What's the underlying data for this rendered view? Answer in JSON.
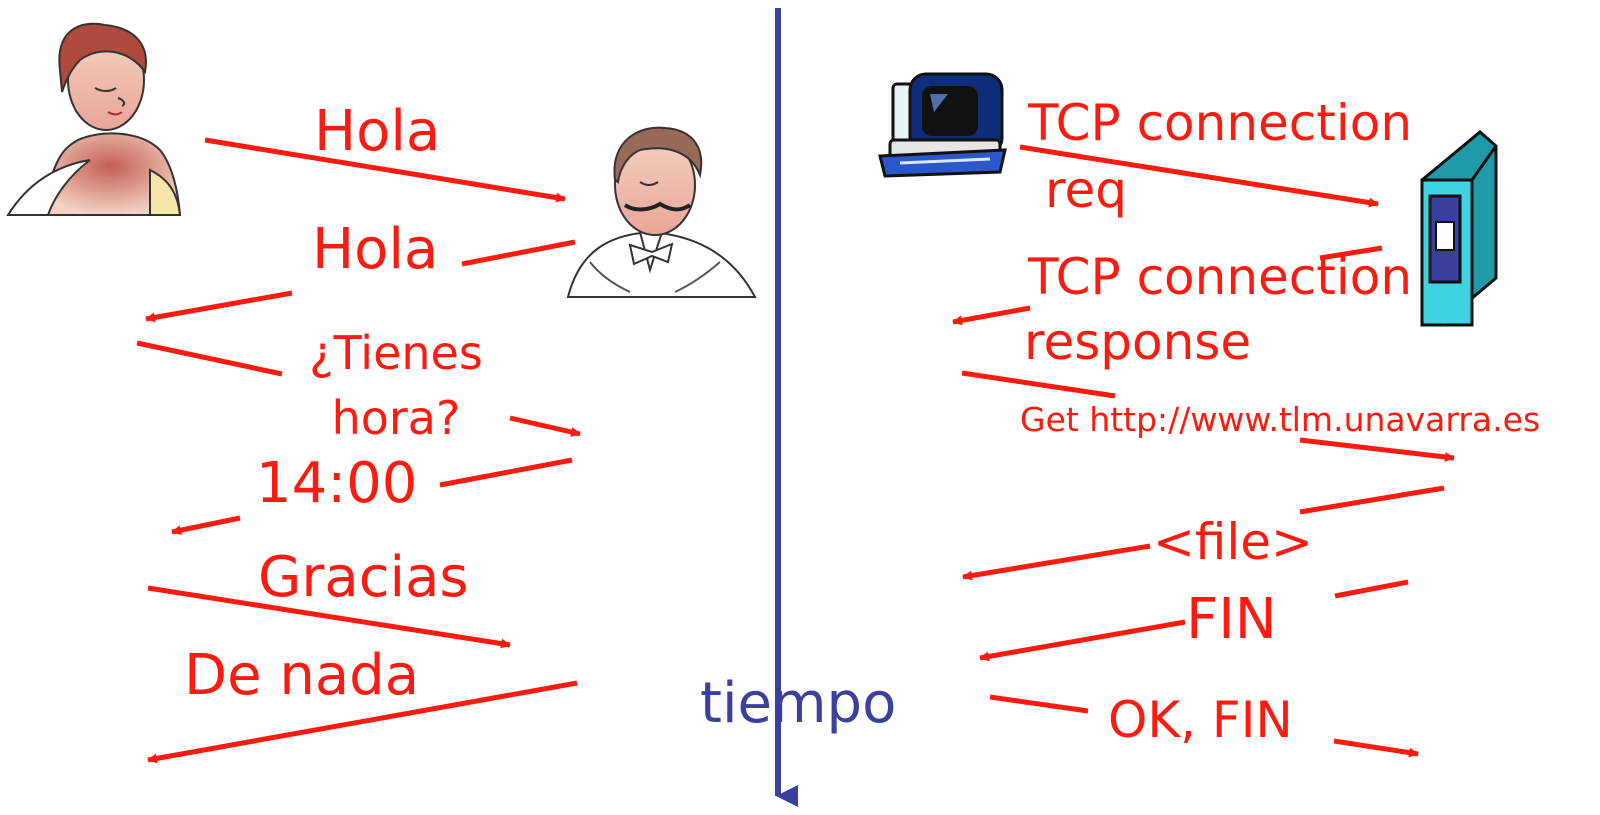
{
  "colors": {
    "message": "#ff1a10",
    "timeline": "#3b3f9e"
  },
  "time_label": "tiempo",
  "human_conversation": {
    "actors": [
      "woman-icon",
      "man-icon"
    ],
    "messages": [
      "Hola",
      "Hola",
      "¿Tienes",
      "hora?",
      "14:00",
      "Gracias",
      "De nada"
    ]
  },
  "network_conversation": {
    "actors": [
      "computer-icon",
      "server-icon"
    ],
    "messages": [
      "TCP connection",
      "req",
      "TCP connection",
      "response",
      "Get http://www.tlm.unavarra.es",
      "<file>",
      "FIN",
      "OK, FIN"
    ]
  }
}
